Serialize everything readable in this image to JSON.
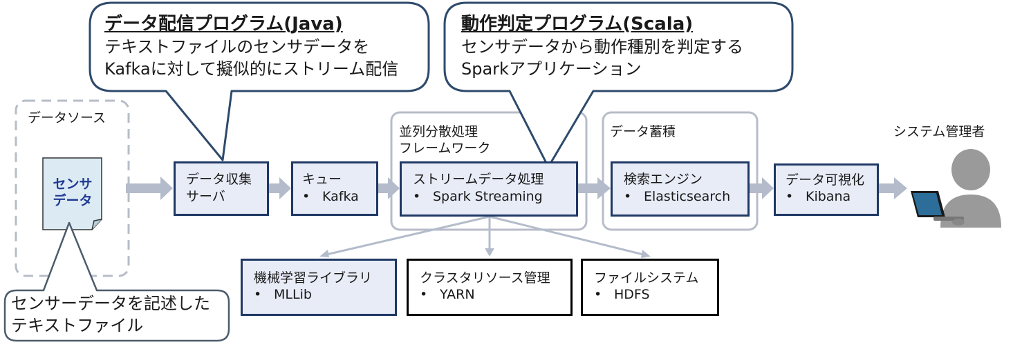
{
  "callout_java": {
    "title": "データ配信プログラム(Java)",
    "line1": "テキストファイルのセンサデータを",
    "line2": "Kafkaに対して擬似的にストリーム配信"
  },
  "callout_scala": {
    "title": "動作判定プログラム(Scala)",
    "line1": "センサデータから動作種別を判定する",
    "line2": "Sparkアプリケーション"
  },
  "callout_textfile": {
    "line1": "センサーデータを記述した",
    "line2": "テキストファイル"
  },
  "groups": {
    "datasource": "データソース",
    "parallel_line1": "並列分散処理",
    "parallel_line2": "フレームワーク",
    "storage": "データ蓄積"
  },
  "sensor_doc": {
    "line1": "センサ",
    "line2": "データ"
  },
  "nodes": {
    "collector": {
      "line1": "データ収集",
      "line2": "サーバ"
    },
    "queue": {
      "label": "キュー",
      "item": "Kafka"
    },
    "stream": {
      "label": "ストリームデータ処理",
      "item": "Spark Streaming"
    },
    "search": {
      "label": "検索エンジン",
      "item": "Elasticsearch"
    },
    "viz": {
      "label": "データ可視化",
      "item": "Kibana"
    },
    "ml": {
      "label": "機械学習ライブラリ",
      "item": "MLLib"
    },
    "cluster": {
      "label": "クラスタリソース管理",
      "item": "YARN"
    },
    "fs": {
      "label": "ファイルシステム",
      "item": "HDFS"
    }
  },
  "admin_label": "システム管理者",
  "bullet": "•",
  "colors": {
    "navy": "#1f3864",
    "box_fill": "#e8ecf7",
    "arrow": "#b4bccb",
    "sensor_text": "#1f3a93"
  }
}
